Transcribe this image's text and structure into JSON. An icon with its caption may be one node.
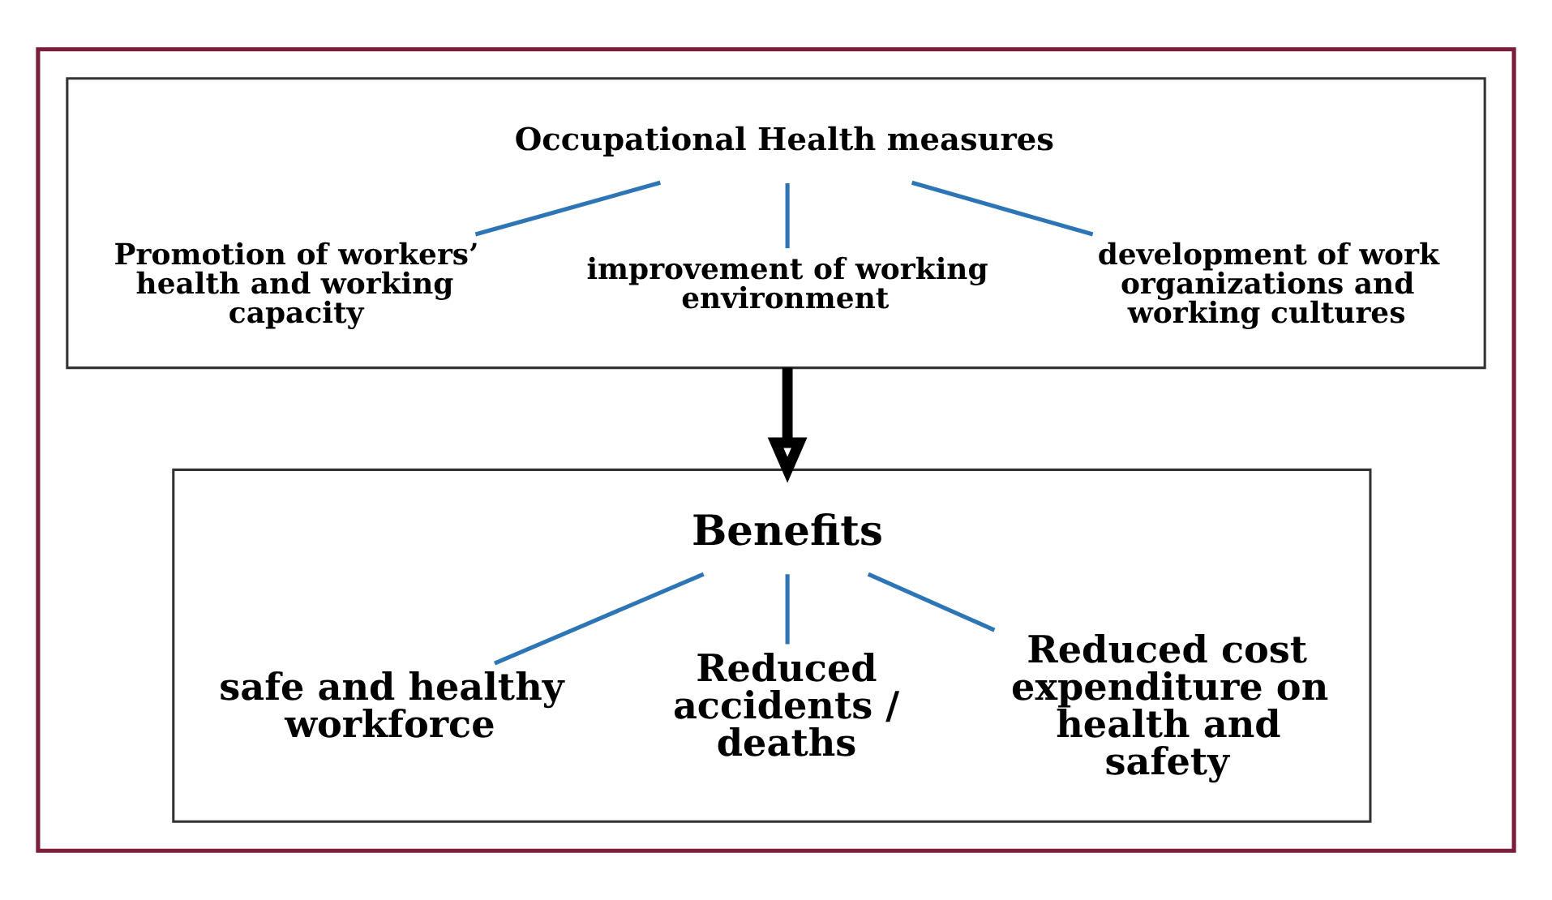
{
  "diagram": {
    "nodes": [
      {
        "text": [],
        "shape": "box"
      },
      {
        "text": [],
        "shape": "box",
        "in": 0
      },
      {
        "text": [
          "Occupational Health measures"
        ],
        "in": 1
      },
      {
        "text": [
          "Promotion of workers’ health and working capacity"
        ],
        "in": 1
      },
      {
        "text": [
          "improvement of working environment"
        ],
        "in": 1
      },
      {
        "text": [
          "development of work organizations and working cultures"
        ],
        "in": 1
      },
      {
        "text": [],
        "shape": "box",
        "in": 0
      },
      {
        "text": [
          "Benefits"
        ],
        "in": 6
      },
      {
        "text": [
          "safe and healthy workforce"
        ],
        "in": 6
      },
      {
        "text": [
          "Reduced accidents / deaths"
        ],
        "in": 6
      },
      {
        "text": [
          "Reduced cost expenditure on health and safety"
        ],
        "in": 6
      }
    ],
    "edges": [
      {
        "from": 2,
        "to": 3,
        "arrow": "none",
        "color": "#2e75b6"
      },
      {
        "from": 2,
        "to": 4,
        "arrow": "none",
        "color": "#2e75b6"
      },
      {
        "from": 2,
        "to": 5,
        "arrow": "none",
        "color": "#2e75b6"
      },
      {
        "from": 1,
        "to": 6,
        "arrow": "to",
        "style": "thick",
        "color": "#000000"
      },
      {
        "from": 7,
        "to": 8,
        "arrow": "none",
        "color": "#2e75b6"
      },
      {
        "from": 7,
        "to": 9,
        "arrow": "none",
        "color": "#2e75b6"
      },
      {
        "from": 7,
        "to": 10,
        "arrow": "none",
        "color": "#2e75b6"
      }
    ]
  }
}
